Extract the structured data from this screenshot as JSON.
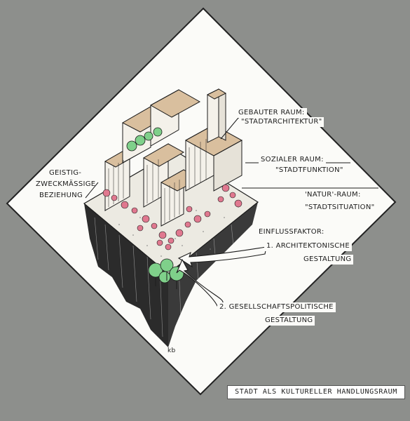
{
  "labels": {
    "gebauter_line1": "GEBAUTER RAUM:",
    "gebauter_line2": "\"STADTARCHITEKTUR\"",
    "sozialer_line1": "SOZIALER RAUM:",
    "sozialer_line2": "\"STADTFUNKTION\"",
    "natur_line1": "'NATUR'-RAUM:",
    "natur_line2": "\"STADTSITUATION\"",
    "einfluss": "EINFLUSSFAKTOR:",
    "arch_line1": "1. ARCHITEKTONISCHE",
    "arch_line2": "GESTALTUNG",
    "gesell_line1": "2. GESELLSCHAFTSPOLITISCHE",
    "gesell_line2": "GESTALTUNG",
    "geistig_line1": "GEISTIG-",
    "geistig_line2": "ZWECKMÄSSIGE",
    "geistig_line3": "BEZIEHUNG",
    "signature": "kb"
  },
  "caption": "STADT ALS KULTURELLER HANDLUNGSRAUM",
  "colors": {
    "background": "#8d8f8c",
    "paper": "#fbfbf8",
    "roof": "#d9bf9e",
    "people": "#e0788f",
    "trees": "#7fd08a",
    "ink": "#1c1c1c"
  }
}
